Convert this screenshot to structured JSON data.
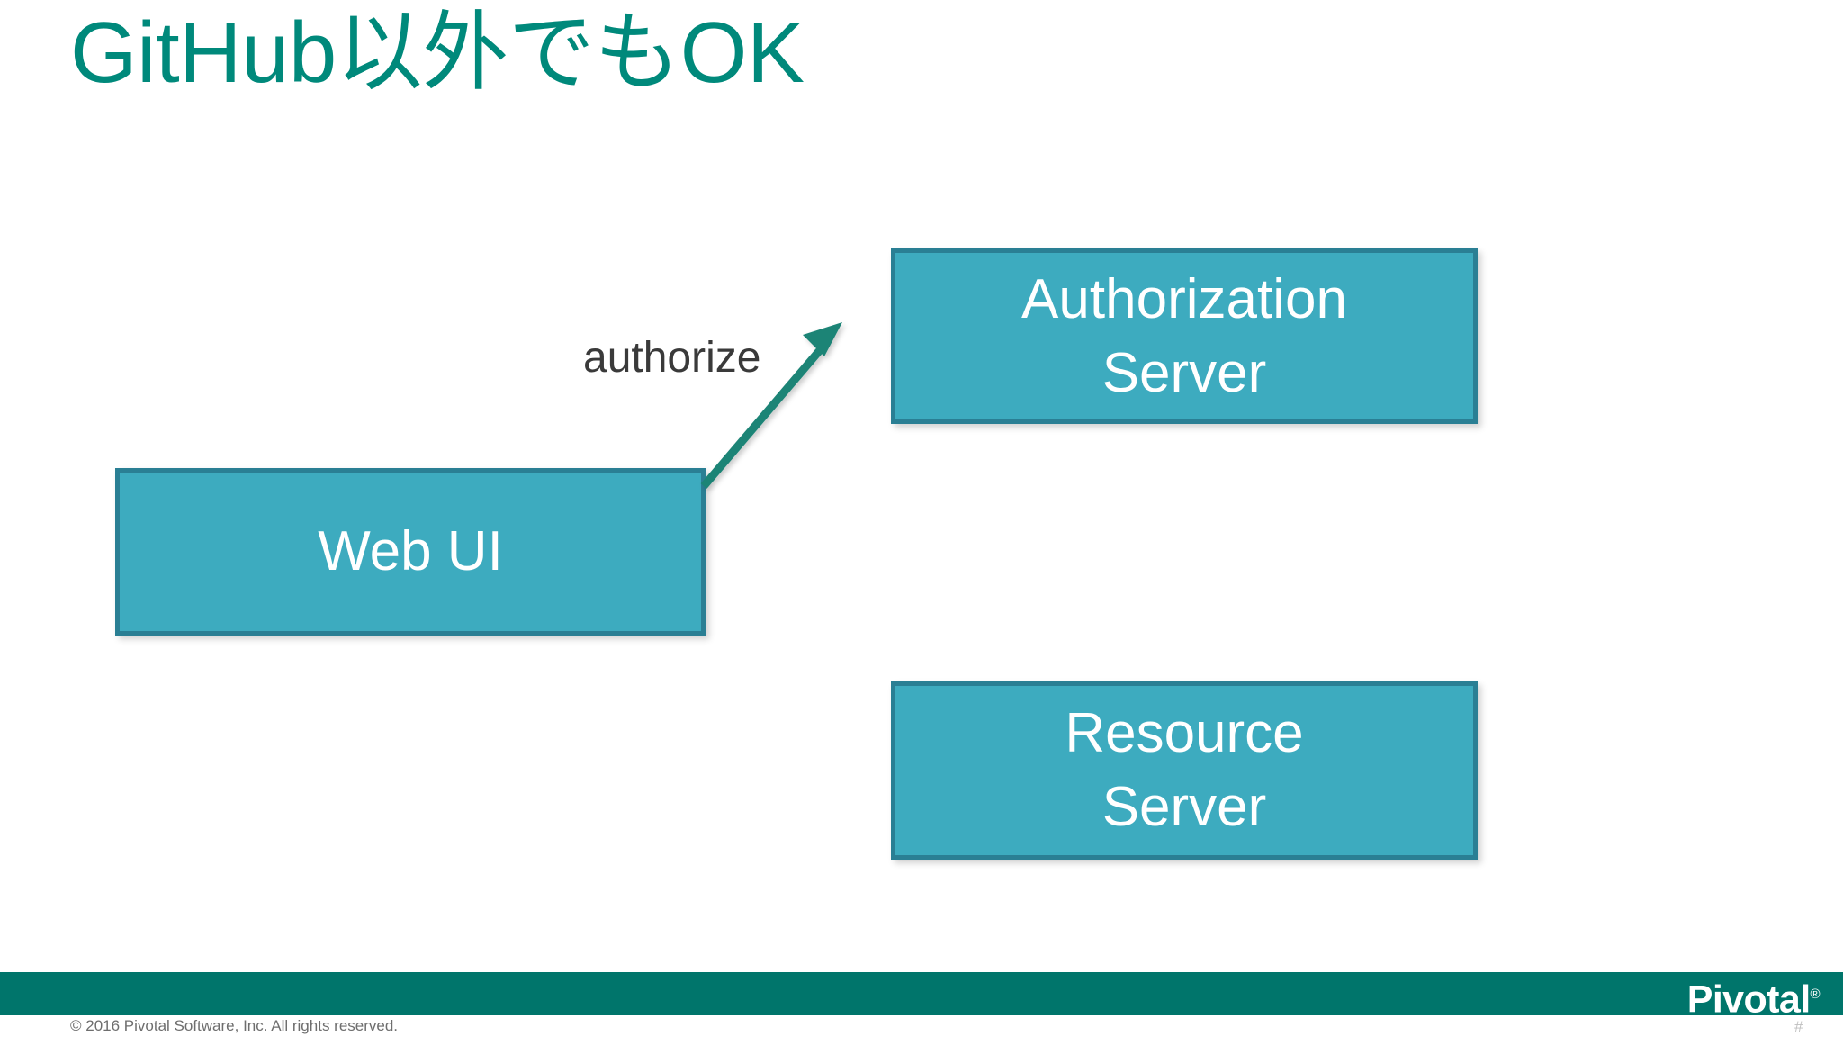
{
  "slide": {
    "title": "GitHub以外でもOK",
    "title_color": "#00897B",
    "background_color": "#FFFFFF"
  },
  "diagram": {
    "box_fill_color": "#3DABBF",
    "box_border_color": "#2A7F94",
    "box_text_color": "#FFFFFF",
    "arrow_color": "#1B8476",
    "nodes": [
      {
        "id": "authorization-server",
        "label": "Authorization\nServer"
      },
      {
        "id": "web-ui",
        "label": "Web UI"
      },
      {
        "id": "resource-server",
        "label": "Resource\nServer"
      }
    ],
    "edges": [
      {
        "id": "authorize",
        "label": "authorize",
        "from": "web-ui",
        "to": "authorization-server",
        "label_color": "#3A3A3A"
      }
    ]
  },
  "footer": {
    "bar_color": "#00756B",
    "logo_text": "Pivotal",
    "logo_mark": "®",
    "copyright": "© 2016 Pivotal Software, Inc.  All rights reserved.",
    "page_number": "#"
  }
}
